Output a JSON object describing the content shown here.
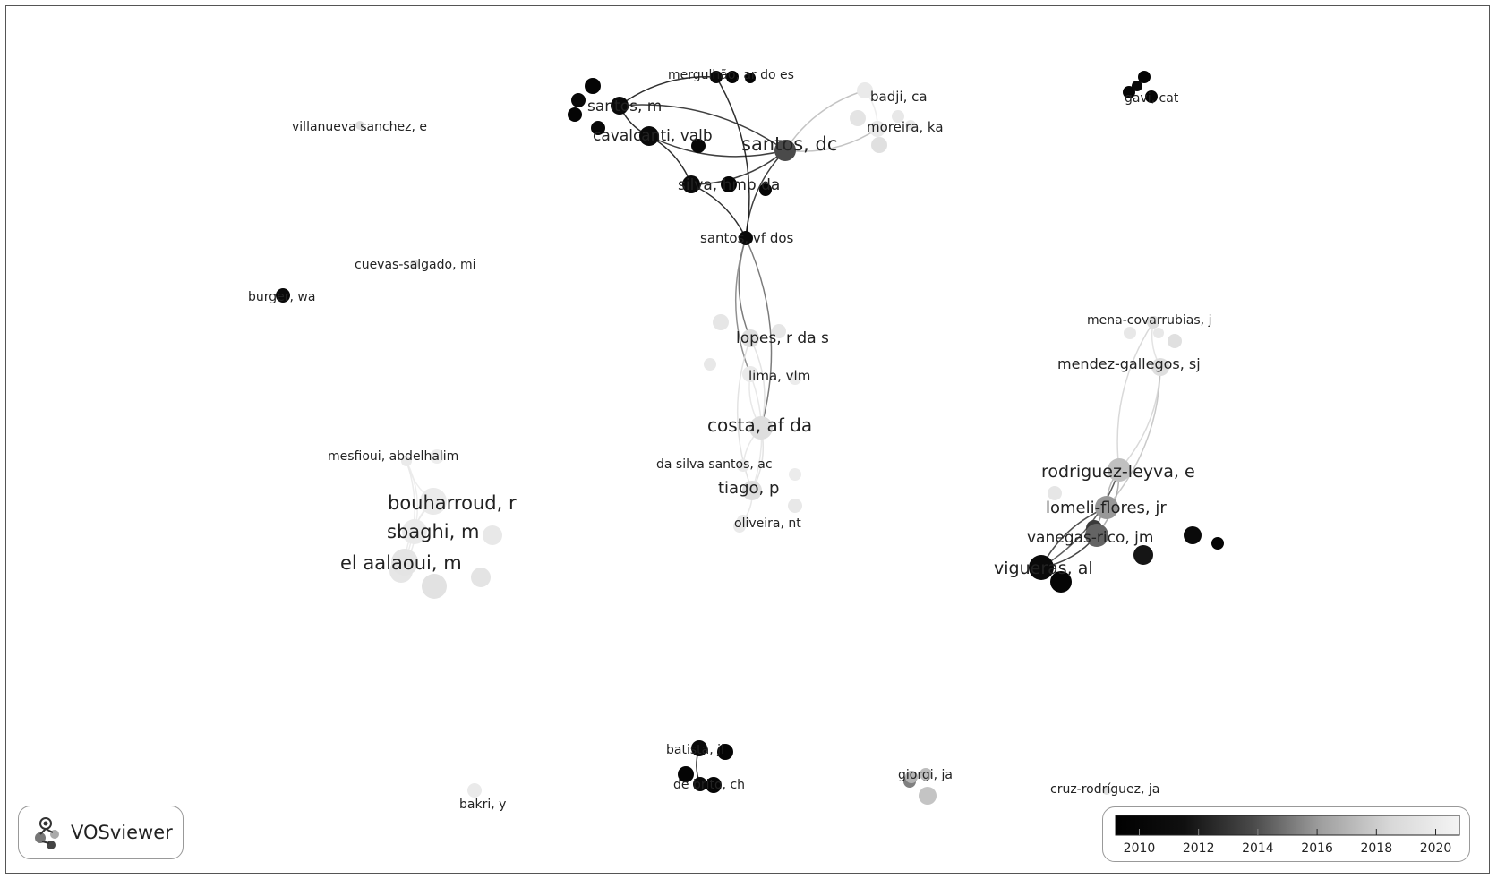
{
  "app": {
    "name": "VOSviewer"
  },
  "legend": {
    "ticks": [
      "2010",
      "2012",
      "2014",
      "2016",
      "2018",
      "2020"
    ],
    "year_min": 2009.2,
    "year_max": 2020.8,
    "gradient": [
      "#000000",
      "#101010",
      "#4a4a4a",
      "#a0a0a0",
      "#d8d8d8",
      "#f4f4f4"
    ]
  },
  "nodes": [
    {
      "id": "mergulhao",
      "label": "mergulhão, ar do es",
      "year": 2011
    },
    {
      "id": "santos_m",
      "label": "santos, m",
      "year": 2011
    },
    {
      "id": "cavalcanti",
      "label": "cavalcanti, valb",
      "year": 2011
    },
    {
      "id": "santos_dc",
      "label": "santos, dc",
      "year": 2014.5
    },
    {
      "id": "silva",
      "label": "silva, hmp da",
      "year": 2011
    },
    {
      "id": "santos_vf",
      "label": "santos, vf dos",
      "year": 2011
    },
    {
      "id": "badji",
      "label": "badji, ca",
      "year": 2020
    },
    {
      "id": "moreira",
      "label": "moreira, ka",
      "year": 2020
    },
    {
      "id": "gavi",
      "label": "gavi, cat",
      "year": 2011
    },
    {
      "id": "villanueva",
      "label": "villanueva sanchez, e",
      "year": 2019
    },
    {
      "id": "cuevas",
      "label": "cuevas-salgado, mi",
      "year": 2019
    },
    {
      "id": "burger",
      "label": "burger, wa",
      "year": 2011
    },
    {
      "id": "lopes",
      "label": "lopes, r da s",
      "year": 2019
    },
    {
      "id": "lima",
      "label": "lima, vlm",
      "year": 2020
    },
    {
      "id": "costa",
      "label": "costa, af da",
      "year": 2019
    },
    {
      "id": "dasilva",
      "label": "da silva santos, ac",
      "year": 2020
    },
    {
      "id": "tiago",
      "label": "tiago, p",
      "year": 2019
    },
    {
      "id": "oliveira",
      "label": "oliveira, nt",
      "year": 2020
    },
    {
      "id": "mena",
      "label": "mena-covarrubias, j",
      "year": 2019
    },
    {
      "id": "mendez",
      "label": "mendez-gallegos, sj",
      "year": 2019
    },
    {
      "id": "rodriguez",
      "label": "rodriguez-leyva, e",
      "year": 2017.5
    },
    {
      "id": "lomeli",
      "label": "lomeli-flores, jr",
      "year": 2016
    },
    {
      "id": "vanegas",
      "label": "vanegas-rico, jm",
      "year": 2015
    },
    {
      "id": "vigueras",
      "label": "vigueras, al",
      "year": 2011
    },
    {
      "id": "mesfioui",
      "label": "mesfioui, abdelhalim",
      "year": 2020
    },
    {
      "id": "bouharroud",
      "label": "bouharroud, r",
      "year": 2020
    },
    {
      "id": "sbaghi",
      "label": "sbaghi, m",
      "year": 2020
    },
    {
      "id": "elaalaoui",
      "label": "el aalaoui, m",
      "year": 2019.5
    },
    {
      "id": "batista",
      "label": "batista, jl",
      "year": 2011
    },
    {
      "id": "debrito",
      "label": "de brito, ch",
      "year": 2011
    },
    {
      "id": "giorgi",
      "label": "giorgi, ja",
      "year": 2017
    },
    {
      "id": "cruz",
      "label": "cruz-rodríguez, ja",
      "year": 2019
    },
    {
      "id": "bakri",
      "label": "bakri, y",
      "year": 2020
    }
  ]
}
